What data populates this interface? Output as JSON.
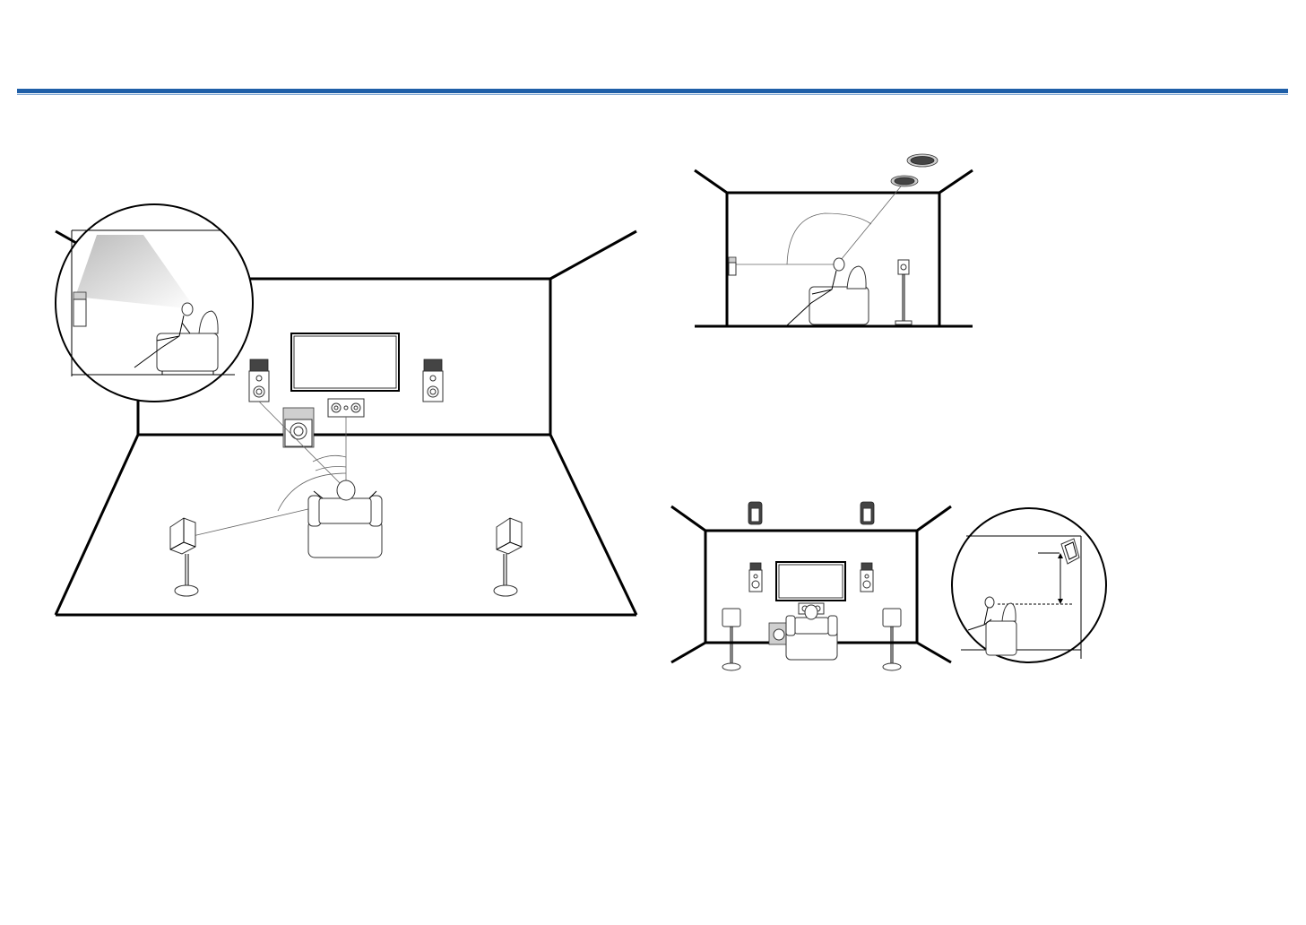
{
  "colors": {
    "header_rule": "#1f5fa8",
    "header_rule_light": "#7fa7d4",
    "line": "#000000",
    "background": "#ffffff"
  },
  "figures": [
    {
      "id": "figure-room-layout",
      "icons": [
        "wall-tv-icon",
        "front-speaker-icon",
        "center-speaker-icon",
        "subwoofer-icon",
        "surround-speaker-icon",
        "listener-icon"
      ]
    },
    {
      "id": "figure-ceiling-speakers",
      "icons": [
        "ceiling-speaker-icon",
        "listener-icon",
        "stand-speaker-icon"
      ]
    },
    {
      "id": "figure-height-speakers",
      "icons": [
        "height-speaker-icon",
        "wall-tv-icon",
        "listener-icon"
      ]
    }
  ]
}
